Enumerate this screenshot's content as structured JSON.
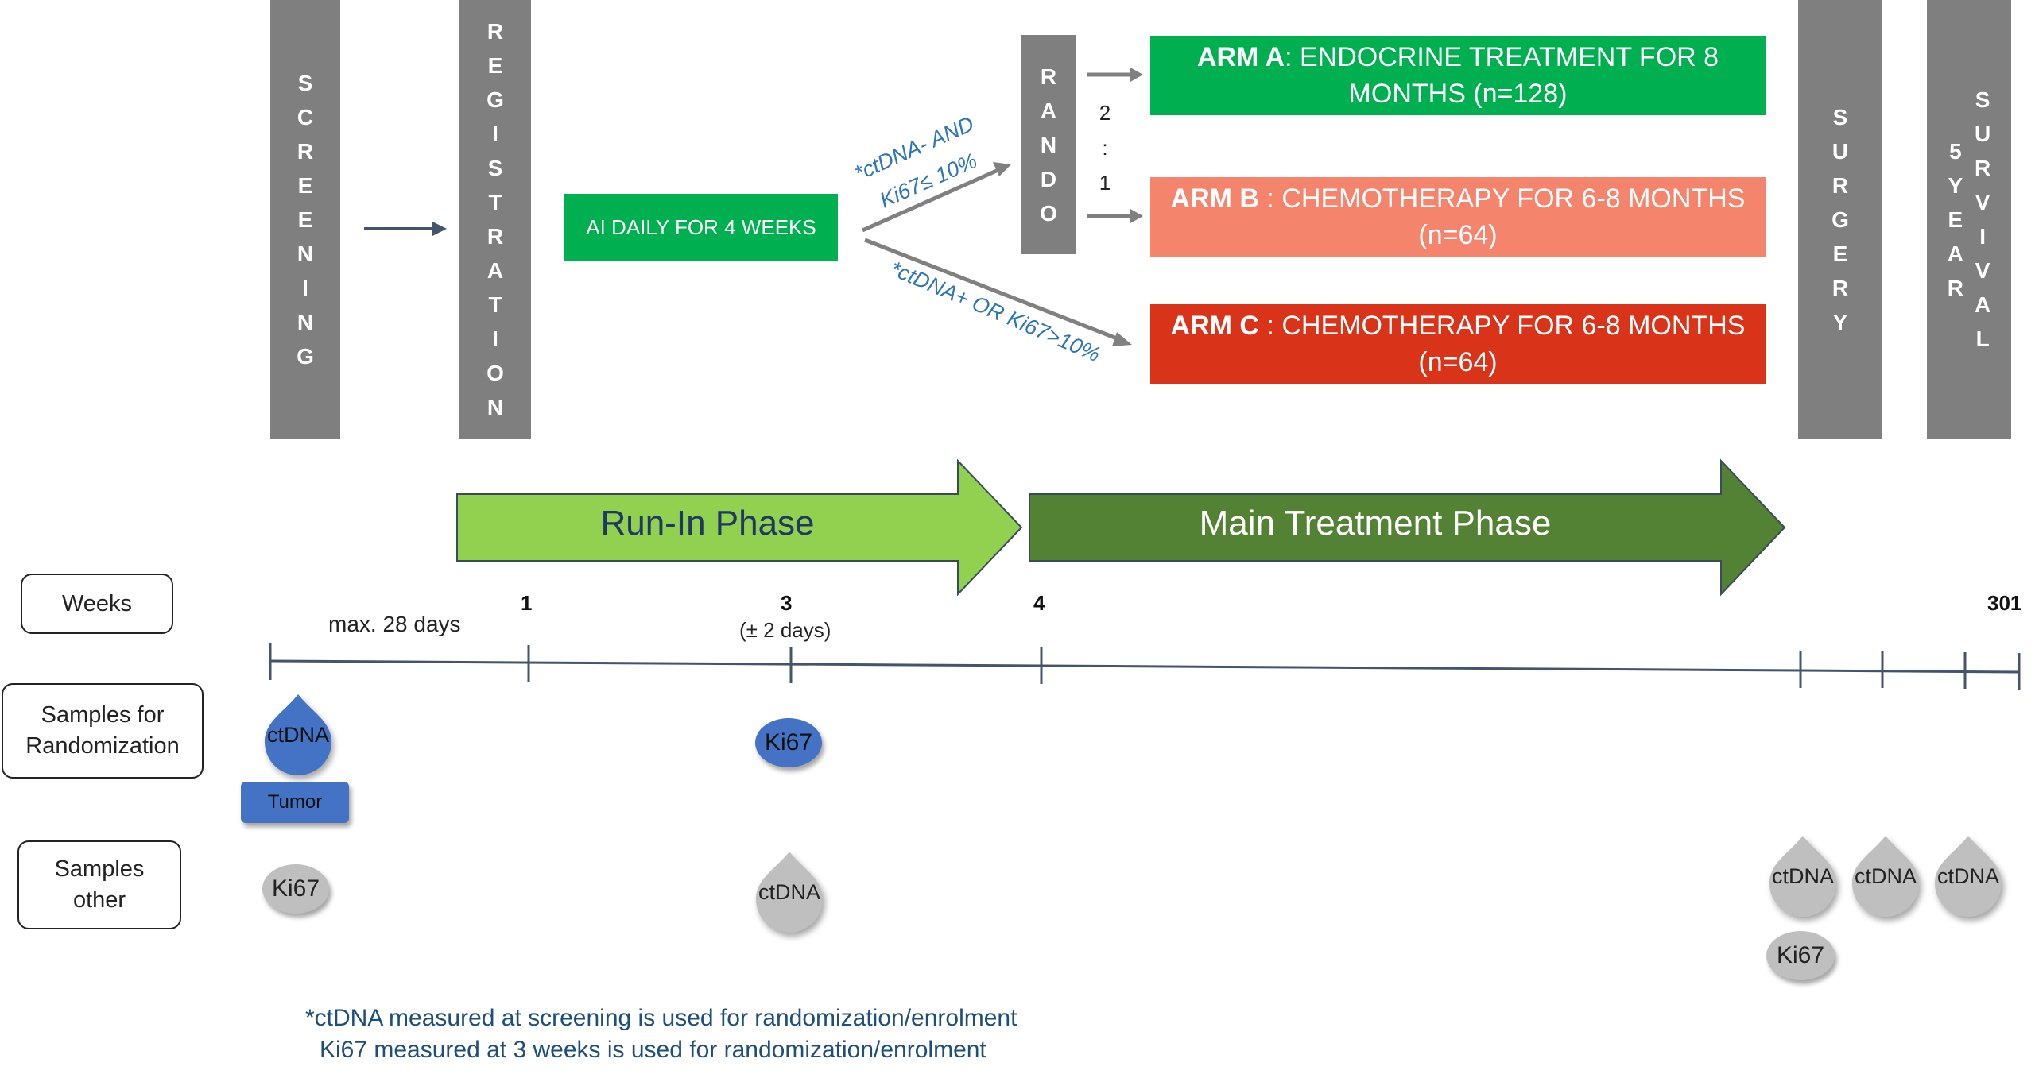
{
  "bars": {
    "screening": "SCREENING",
    "registration": "REGISTRATION",
    "rando": "RANDO",
    "surgery": "SURGERY",
    "five_year": "5 YEAR",
    "survival": "SURVIVAL"
  },
  "ai_box": "AI DAILY FOR 4 WEEKS",
  "branch_upper": {
    "line1": "*ctDNA- AND",
    "line2": "Ki67≤ 10%"
  },
  "branch_lower": "*ctDNA+ OR Ki67>10%",
  "ratio": [
    "2",
    ":",
    "1"
  ],
  "arms": [
    {
      "label": "ARM A",
      "text": ": ENDOCRINE TREATMENT FOR 8 MONTHS (n=128)",
      "color": "#00b050"
    },
    {
      "label": "ARM B ",
      "text": ": CHEMOTHERAPY FOR 6-8 MONTHS (n=64)",
      "color": "#f4846c"
    },
    {
      "label": "ARM C ",
      "text": ": CHEMOTHERAPY FOR 6-8 MONTHS (n=64)",
      "color": "#d9341a"
    }
  ],
  "phases": {
    "run_in": "Run-In Phase",
    "main": "Main Treatment Phase",
    "run_in_color": "#92d050",
    "main_color": "#548235"
  },
  "row_labels": {
    "weeks": "Weeks",
    "samples_rand": "Samples for Randomization",
    "samples_other": "Samples other"
  },
  "week_ticks": {
    "w1": "1",
    "w3": "3",
    "w3_note": "(± 2 days)",
    "w4": "4",
    "w301": "301"
  },
  "screening_note": "max. 28 days",
  "samples": {
    "ctdna": "ctDNA",
    "tumor": "Tumor",
    "ki67": "Ki67"
  },
  "footnote": {
    "line1": "*ctDNA measured at screening is used for randomization/enrolment",
    "line2": "Ki67 measured at 3 weeks is used for randomization/enrolment"
  },
  "colors": {
    "bar_grey": "#7f7f7f",
    "timeline": "#44546a",
    "arrow_grey": "#808080",
    "sample_blue": "#4472c4",
    "sample_grey": "#bfbfbf",
    "branch_text": "#2e75b6"
  }
}
